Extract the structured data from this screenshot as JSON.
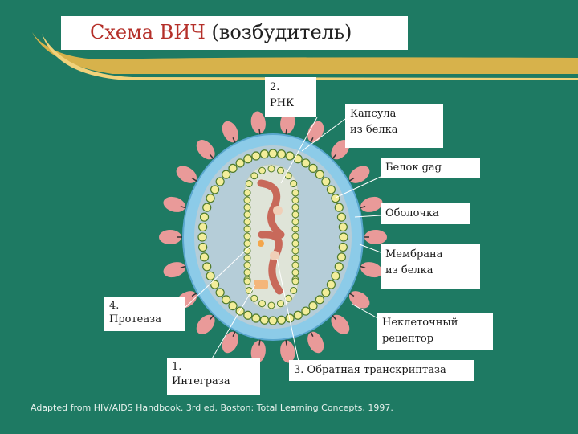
{
  "title": {
    "main": "Схема ВИЧ",
    "rest": "(возбудитель)"
  },
  "labels": {
    "rna": "2.\nРНК",
    "capsule": "Капсула\nиз белка",
    "gag": "Белок gag",
    "envelope": "Оболочка",
    "membrane": "Мембрана\nиз белка",
    "receptor": "Неклеточный\nрецептор",
    "protease": "4.\nПротеаза",
    "integrase": "1.\nИнтеграза",
    "rt": "3. Обратная транскриптаза"
  },
  "credit": "Adapted from HIV/AIDS Handbook. 3rd ed. Boston: Total Learning Concepts, 1997.",
  "colors": {
    "background": "#1e7a63",
    "accent_stripe": "#e1b54a",
    "envelope_outer": "#8ccbe8",
    "envelope_inner": "#b5cdd8",
    "spike": "#e99a99",
    "capsid_bead": "#f2ed9a",
    "rna": "#c8695a",
    "title": "#b5302a"
  }
}
